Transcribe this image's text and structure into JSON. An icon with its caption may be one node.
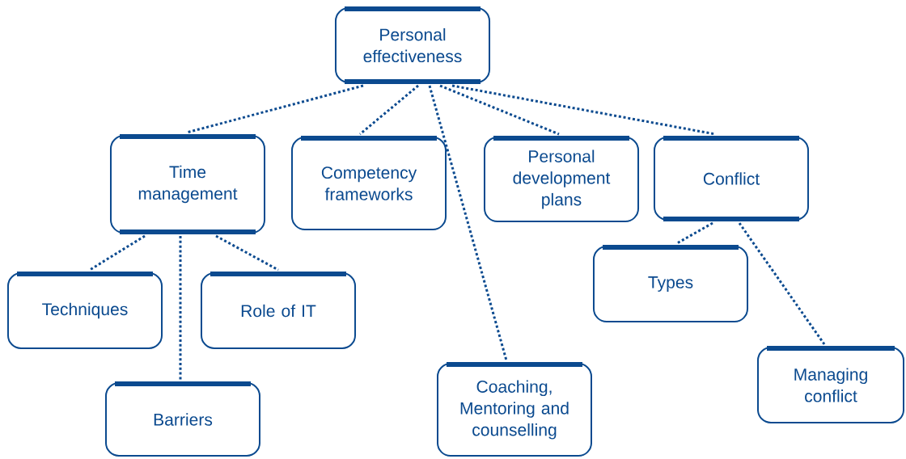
{
  "diagram": {
    "nodes": [
      {
        "text": [
          "Personal effectiveness"
        ]
      },
      {
        "text": [
          "Time management"
        ]
      },
      {
        "text": [
          "Competency frameworks"
        ]
      },
      {
        "text": [
          "Personal development plans"
        ]
      },
      {
        "text": [
          "Conflict"
        ]
      },
      {
        "text": [
          "Techniques"
        ]
      },
      {
        "text": [
          "Role of IT"
        ]
      },
      {
        "text": [
          "Types"
        ]
      },
      {
        "text": [
          "Barriers"
        ]
      },
      {
        "text": [
          "Coaching, Mentoring and counselling"
        ]
      },
      {
        "text": [
          "Managing conflict"
        ]
      }
    ],
    "edges": [
      {
        "from": 0,
        "to": 1,
        "arrow": "none"
      },
      {
        "from": 0,
        "to": 2,
        "arrow": "none"
      },
      {
        "from": 0,
        "to": 9,
        "arrow": "none"
      },
      {
        "from": 0,
        "to": 3,
        "arrow": "none"
      },
      {
        "from": 0,
        "to": 4,
        "arrow": "none"
      },
      {
        "from": 1,
        "to": 5,
        "arrow": "none"
      },
      {
        "from": 1,
        "to": 8,
        "arrow": "none"
      },
      {
        "from": 1,
        "to": 6,
        "arrow": "none"
      },
      {
        "from": 4,
        "to": 7,
        "arrow": "none"
      },
      {
        "from": 4,
        "to": 10,
        "arrow": "none"
      }
    ]
  }
}
